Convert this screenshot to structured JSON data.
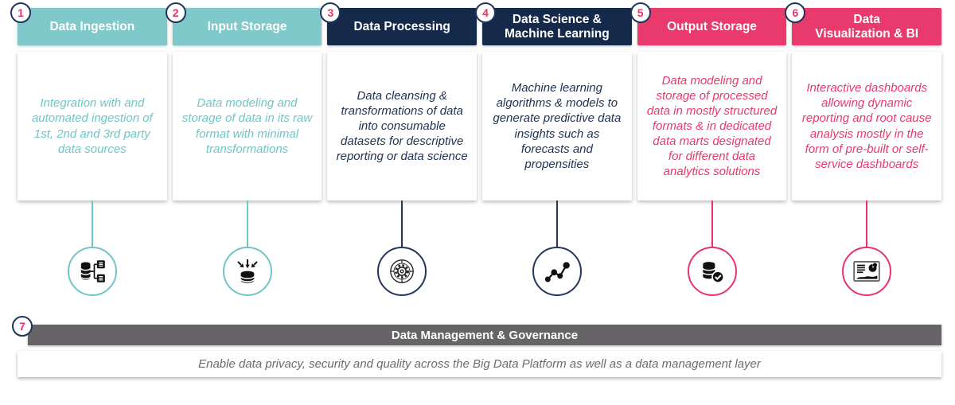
{
  "columns": [
    {
      "number": "1",
      "title": "Data Ingestion",
      "description": "Integration with and automated ingestion of 1st, 2nd and 3rd party data sources",
      "theme": "teal",
      "header_color": "#7FC9CA",
      "accent_color": "#70C5C6",
      "icon": "database-sources-icon"
    },
    {
      "number": "2",
      "title": "Input Storage",
      "description": "Data modeling and storage of data in its raw format with minimal transformations",
      "theme": "teal",
      "header_color": "#7FC9CA",
      "accent_color": "#70C5C6",
      "icon": "database-inflow-icon"
    },
    {
      "number": "3",
      "title": "Data Processing",
      "description": "Data cleansing & transformations of data into consumable datasets for descriptive reporting or data science",
      "theme": "navy",
      "header_color": "#15294B",
      "accent_color": "#24365C",
      "icon": "process-wheel-icon"
    },
    {
      "number": "4",
      "title": "Data Science &\nMachine Learning",
      "description": "Machine learning algorithms & models to generate predictive data insights such as forecasts and propensities",
      "theme": "navy",
      "header_color": "#15294B",
      "accent_color": "#24365C",
      "icon": "ml-nodes-icon"
    },
    {
      "number": "5",
      "title": "Output Storage",
      "description": "Data modeling and storage of processed data in mostly structured formats & in dedicated data marts designated for different data analytics solutions",
      "theme": "pink",
      "header_color": "#E83A6C",
      "accent_color": "#E8336A",
      "icon": "database-check-icon"
    },
    {
      "number": "6",
      "title": "Data\nVisualization & BI",
      "description": "Interactive dashboards allowing dynamic reporting and root cause analysis mostly in the form of pre-built or self-service dashboards",
      "theme": "pink",
      "header_color": "#E83A6C",
      "accent_color": "#E8336A",
      "icon": "dashboard-report-icon"
    }
  ],
  "governance": {
    "number": "7",
    "title": "Data Management & Governance",
    "description": "Enable data privacy, security and quality across the Big Data Platform as well as a data management layer",
    "bar_color": "#666466"
  },
  "badge_style": {
    "number_color": "#E8336A",
    "border_color": "#1F3459"
  }
}
